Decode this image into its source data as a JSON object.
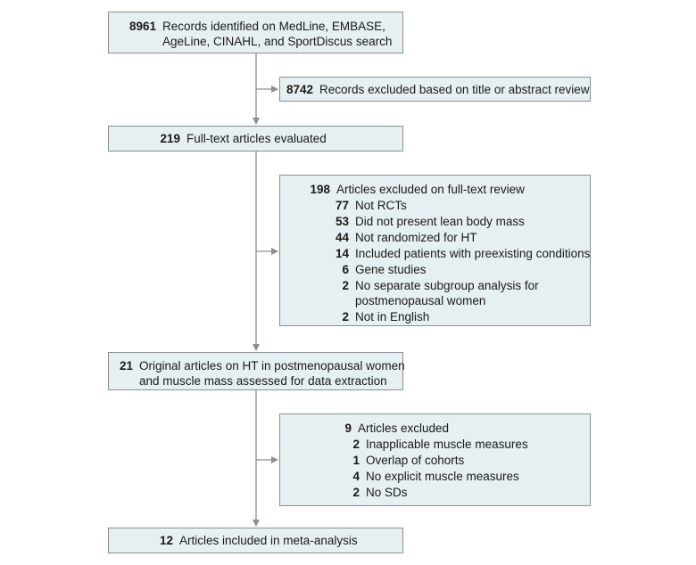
{
  "flow": {
    "identified": {
      "count": "8961",
      "line1": "Records identified on MedLine, EMBASE,",
      "line2": "AgeLine, CINAHL, and SportDiscus search"
    },
    "excluded_title": {
      "count": "8742",
      "text": "Records excluded based on title or abstract review"
    },
    "fulltext": {
      "count": "219",
      "text": "Full-text articles evaluated"
    },
    "excluded_fulltext": {
      "count": "198",
      "text": "Articles excluded on full-text review",
      "reasons": [
        {
          "count": "77",
          "text": "Not RCTs"
        },
        {
          "count": "53",
          "text": "Did not present lean body mass"
        },
        {
          "count": "44",
          "text": "Not randomized for HT"
        },
        {
          "count": "14",
          "text": "Included patients with preexisting conditions"
        },
        {
          "count": "6",
          "text": "Gene studies"
        },
        {
          "count": "2",
          "line1": "No separate subgroup analysis for",
          "line2": "postmenopausal women"
        },
        {
          "count": "2",
          "text": "Not in English"
        }
      ]
    },
    "original": {
      "count": "21",
      "line1": "Original articles on HT in postmenopausal women",
      "line2": "and muscle mass assessed for data extraction"
    },
    "excluded_final": {
      "count": "9",
      "text": "Articles excluded",
      "reasons": [
        {
          "count": "2",
          "text": "Inapplicable muscle measures"
        },
        {
          "count": "1",
          "text": "Overlap of cohorts"
        },
        {
          "count": "4",
          "text": "No explicit muscle measures"
        },
        {
          "count": "2",
          "text": "No SDs"
        }
      ]
    },
    "included": {
      "count": "12",
      "text": "Articles included in meta-analysis"
    }
  },
  "colors": {
    "box_fill": "#e6eff1",
    "box_border": "#8a8f92",
    "arrow": "#8a8f92"
  }
}
